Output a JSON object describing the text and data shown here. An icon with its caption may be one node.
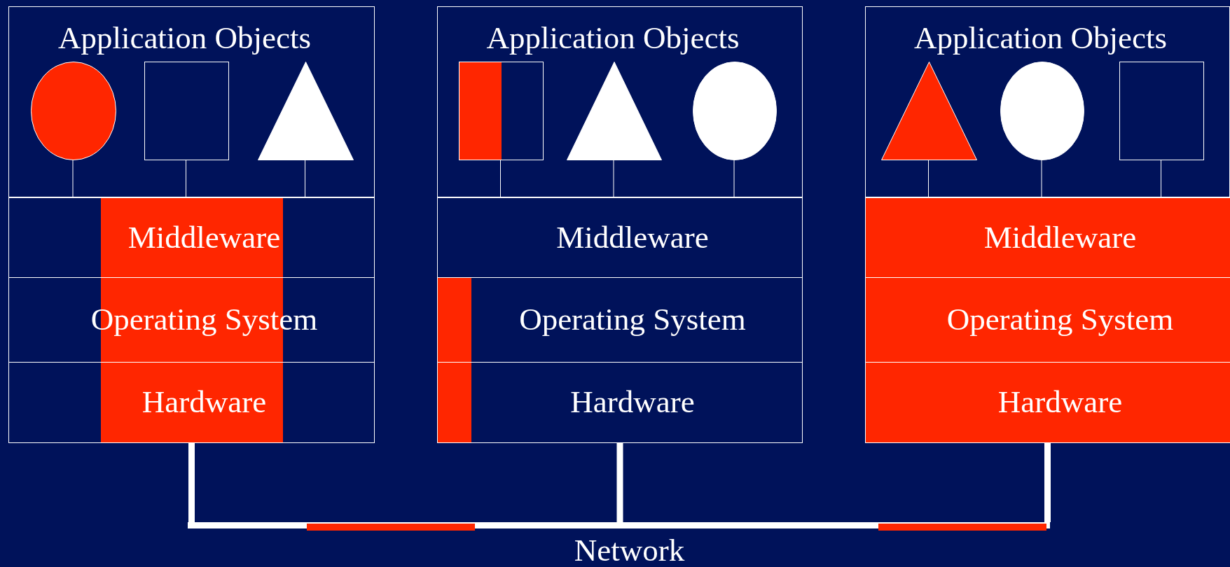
{
  "diagram": {
    "nodes": [
      {
        "text": [
          "Application Objects"
        ]
      },
      {
        "text": [],
        "shape": "circle",
        "in": 0
      },
      {
        "text": [],
        "shape": "box",
        "in": 0
      },
      {
        "text": [],
        "shape": "triangle",
        "in": 0
      },
      {
        "text": [
          "Middleware"
        ]
      },
      {
        "text": [
          "Operating System"
        ]
      },
      {
        "text": [
          "Hardware"
        ]
      },
      {
        "text": [
          "Application Objects"
        ]
      },
      {
        "text": [],
        "shape": "box",
        "in": 7
      },
      {
        "text": [],
        "shape": "triangle",
        "in": 7
      },
      {
        "text": [],
        "shape": "circle",
        "in": 7
      },
      {
        "text": [
          "Middleware"
        ]
      },
      {
        "text": [
          "Operating System"
        ]
      },
      {
        "text": [
          "Hardware"
        ]
      },
      {
        "text": [
          "Application Objects"
        ]
      },
      {
        "text": [],
        "shape": "triangle",
        "in": 14
      },
      {
        "text": [],
        "shape": "circle",
        "in": 14
      },
      {
        "text": [],
        "shape": "box",
        "in": 14
      },
      {
        "text": [
          "Middleware"
        ]
      },
      {
        "text": [
          "Operating System"
        ]
      },
      {
        "text": [
          "Hardware"
        ]
      },
      {
        "text": [
          "Network"
        ]
      }
    ],
    "edges": [
      {
        "from": 1,
        "to": 4,
        "arrow": "none"
      },
      {
        "from": 2,
        "to": 4,
        "arrow": "none"
      },
      {
        "from": 3,
        "to": 4,
        "arrow": "none"
      },
      {
        "from": 8,
        "to": 11,
        "arrow": "none"
      },
      {
        "from": 9,
        "to": 11,
        "arrow": "none"
      },
      {
        "from": 10,
        "to": 11,
        "arrow": "none"
      },
      {
        "from": 15,
        "to": 18,
        "arrow": "none"
      },
      {
        "from": 16,
        "to": 18,
        "arrow": "none"
      },
      {
        "from": 17,
        "to": 18,
        "arrow": "none"
      },
      {
        "from": 6,
        "to": 21,
        "arrow": "none",
        "style": "thick"
      },
      {
        "from": 13,
        "to": 21,
        "arrow": "none",
        "style": "thick"
      },
      {
        "from": 20,
        "to": 21,
        "arrow": "none",
        "style": "thick"
      }
    ]
  }
}
